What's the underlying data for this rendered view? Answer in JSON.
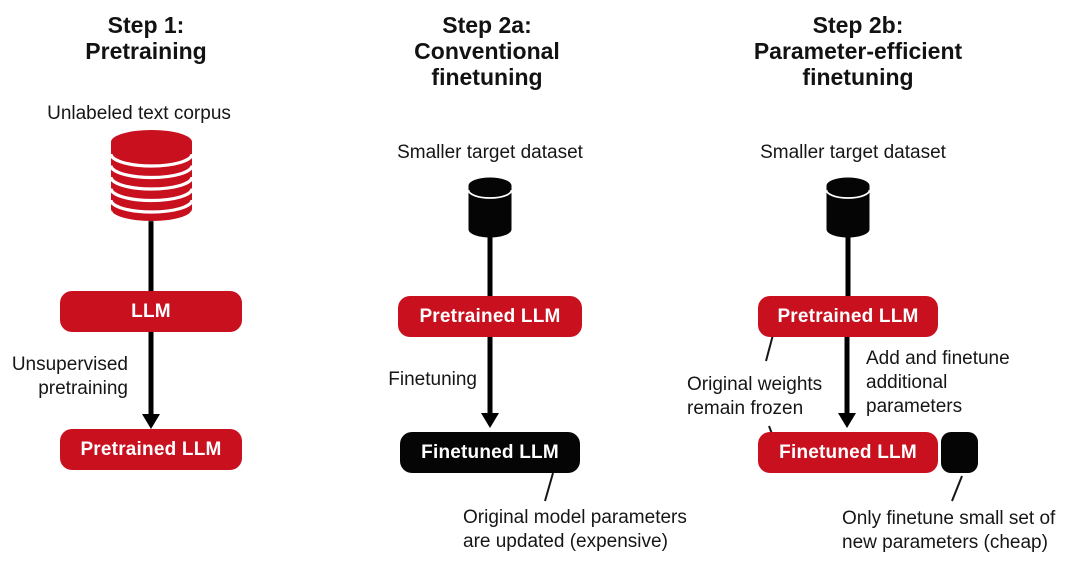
{
  "colors": {
    "accent_red": "#C8101E",
    "box_black": "#050505",
    "text": "#161616",
    "background": "#FFFFFF"
  },
  "icons": {
    "unlabeled_corpus": "database-stack-icon",
    "target_dataset": "database-cylinder-icon"
  },
  "columns": [
    {
      "title": [
        "Step 1:",
        "Pretraining"
      ],
      "dataset_label": "Unlabeled text corpus",
      "top_box_label": "LLM",
      "arrow_label": [
        "Unsupervised",
        "pretraining"
      ],
      "bottom_box_label": "Pretrained LLM"
    },
    {
      "title": [
        "Step 2a:",
        "Conventional finetuning"
      ],
      "dataset_label": "Smaller target dataset",
      "top_box_label": "Pretrained LLM",
      "arrow_label": [
        "Finetuning"
      ],
      "bottom_box_label": "Finetuned LLM",
      "annotation": [
        "Original model parameters",
        "are updated (expensive)"
      ]
    },
    {
      "title": [
        "Step 2b:",
        "Parameter-efficient finetuning"
      ],
      "dataset_label": "Smaller target dataset",
      "top_box_label": "Pretrained LLM",
      "arrow_label": [
        "Add and finetune",
        "additional",
        "parameters"
      ],
      "bottom_box_label": "Finetuned LLM",
      "frozen_annotation": [
        "Original weights",
        "remain frozen"
      ],
      "adapter_annotation": [
        "Only finetune small set of",
        "new parameters (cheap)"
      ]
    }
  ]
}
